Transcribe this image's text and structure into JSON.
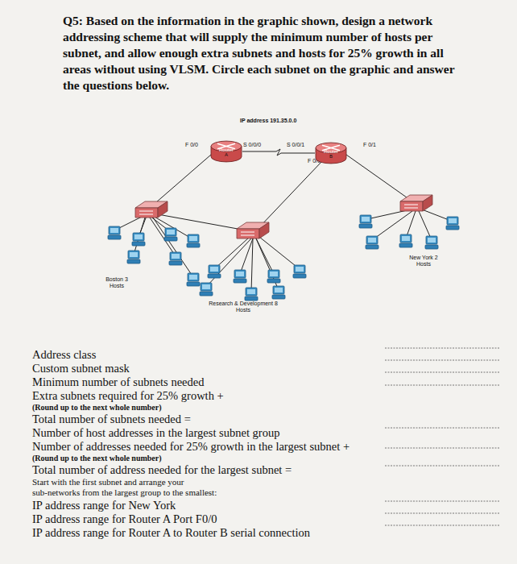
{
  "diagram": {
    "title": "Q5: Based on the information in the graphic shown, design a network addressing scheme that will supply the minimum number of hosts per subnet, and allow enough extra subnets and hosts for 25% growth in all areas without using VLSM. Circle each subnet on the graphic and answer the questions below.",
    "nodes": [
      {
        "text": [
          "Router",
          "A"
        ]
      },
      {
        "text": [
          "Router",
          "B"
        ]
      }
    ],
    "edges": [
      {
        "from": 0,
        "to": 1,
        "arrow": "none"
      }
    ],
    "labels": [
      "IP address 191.35.0.0",
      "F 0/0",
      "S 0/0/0",
      "S 0/0/1",
      "F 0/0",
      "F 0/1",
      "Boston 3 Hosts",
      "Research & Development 8 Hosts",
      "New York 2 Hosts",
      "Address class",
      "Custom subnet mask",
      "Minimum number of subnets needed",
      "Extra subnets required for 25% growth +",
      "(Round up to the next whole number)",
      "Total number of subnets needed =",
      "Number of host addresses in the largest subnet group",
      "Number of addresses needed for 25% growth in the largest subnet +",
      "(Round up to the next whole number)",
      "Total number of address needed for the largest subnet =",
      "Start with the first subnet and arrange your",
      "sub-networks from the largest group to the smallest:",
      "IP address range for New York",
      "IP address range for Router A Port F0/0",
      "IP address range for Router A to Router B serial connection"
    ]
  }
}
